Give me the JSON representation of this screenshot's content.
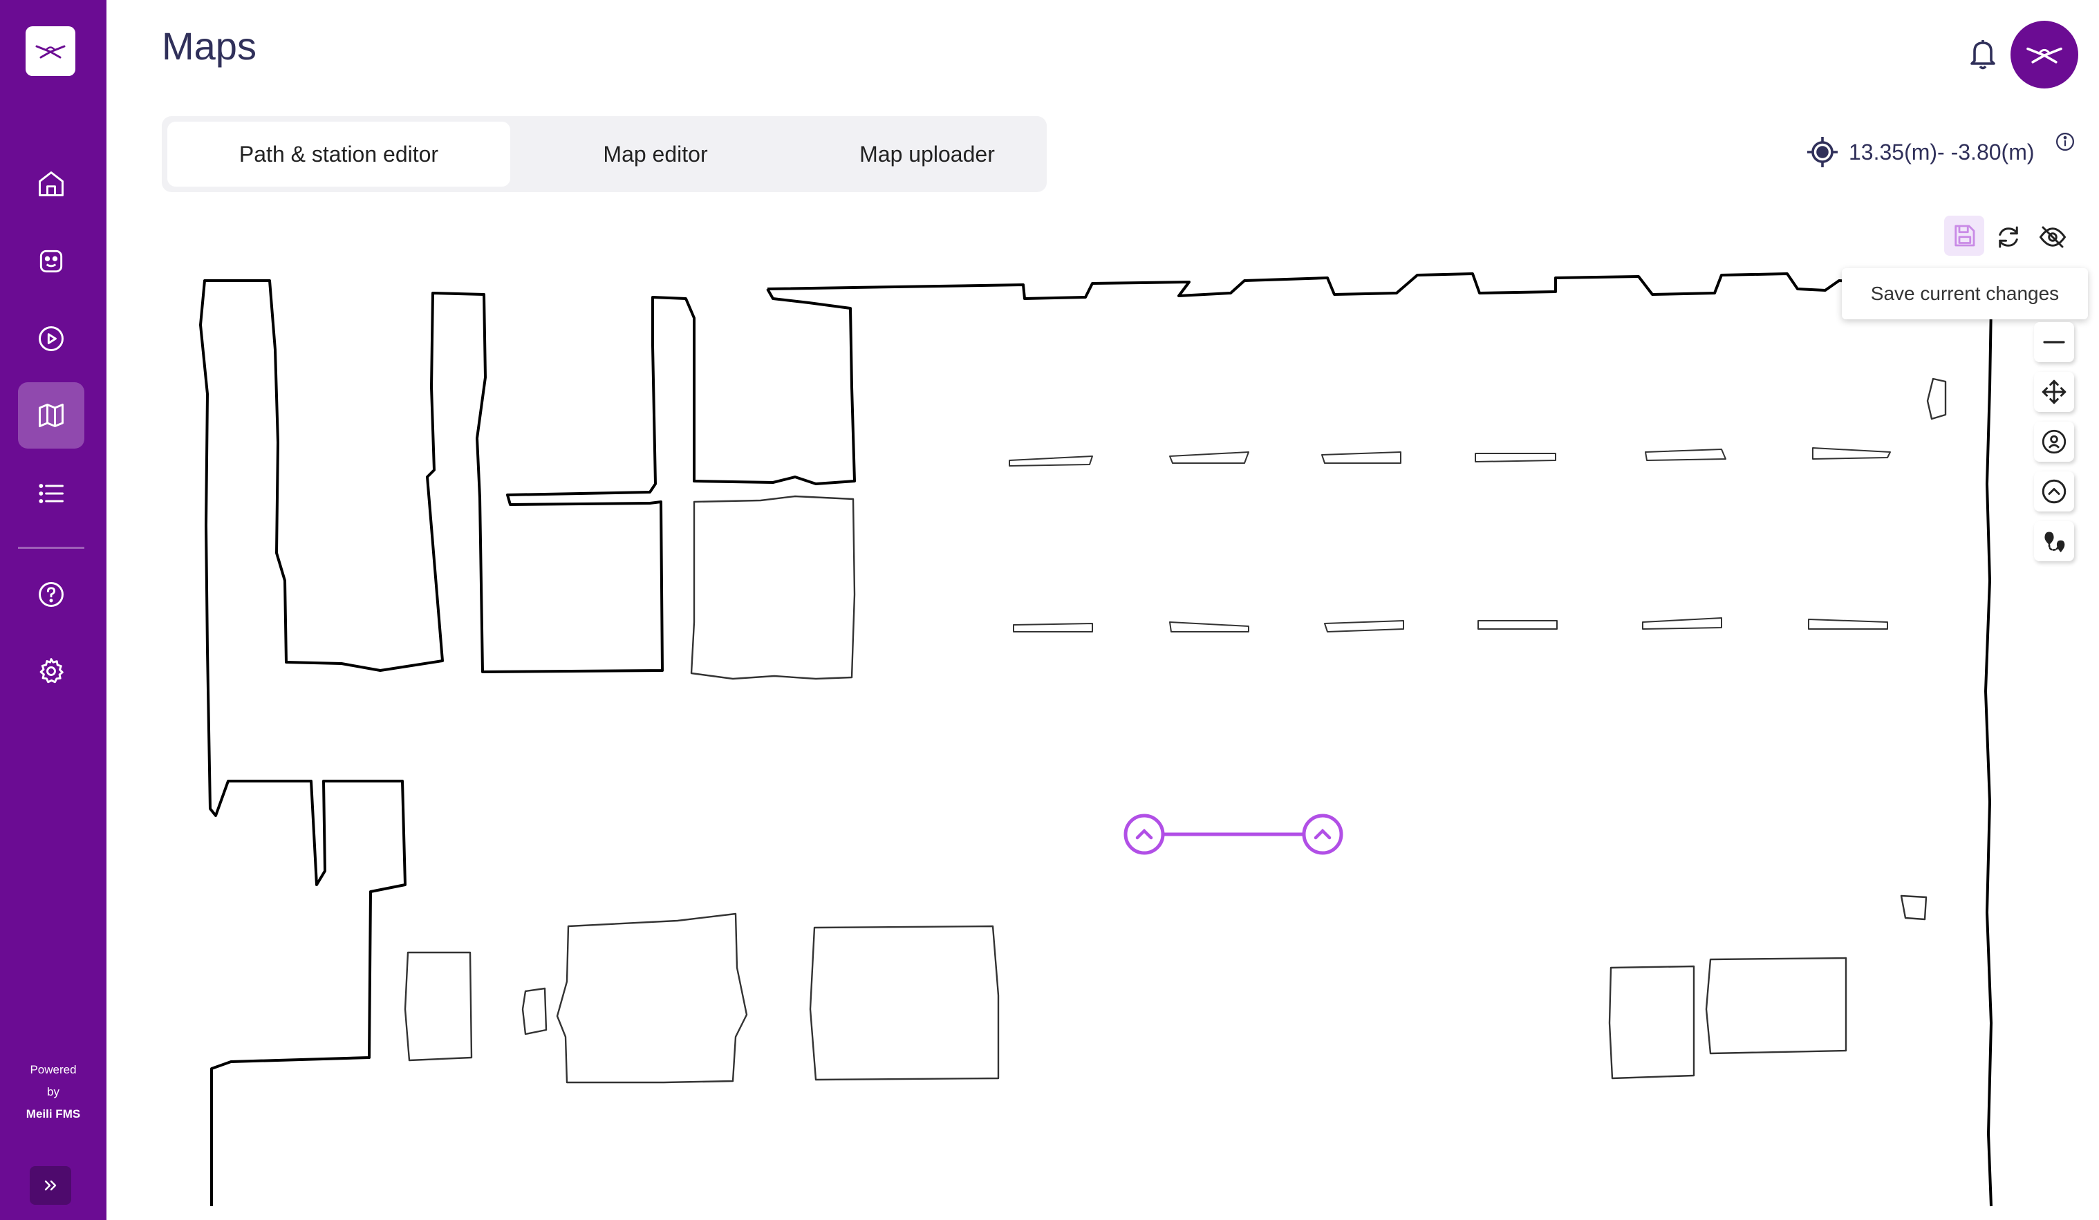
{
  "header": {
    "title": "Maps"
  },
  "sidebar": {
    "nav": [
      {
        "icon": "home-icon"
      },
      {
        "icon": "robot-icon"
      },
      {
        "icon": "play-circle-icon"
      },
      {
        "icon": "map-icon",
        "active": true
      },
      {
        "icon": "list-icon"
      },
      {
        "icon": "help-icon"
      },
      {
        "icon": "gear-icon"
      }
    ],
    "powered": {
      "line1": "Powered",
      "line2": "by",
      "brand": "Meili FMS"
    }
  },
  "tabs": [
    {
      "label": "Path & station editor",
      "active": true
    },
    {
      "label": "Map editor"
    },
    {
      "label": "Map uploader"
    }
  ],
  "coordinates": {
    "text": "13.35(m)- -3.80(m)"
  },
  "toolbar": {
    "tooltip": "Save current changes",
    "buttons": [
      "save-icon",
      "refresh-icon",
      "eye-off-icon",
      "zoom-out-icon",
      "move-icon",
      "robot-location-icon",
      "arrow-up-circle-icon",
      "route-icon"
    ]
  },
  "colors": {
    "sidebar": "#6b0c93",
    "accent": "#b14fe6",
    "active_nav": "rgba(255,255,255,0.25)"
  }
}
